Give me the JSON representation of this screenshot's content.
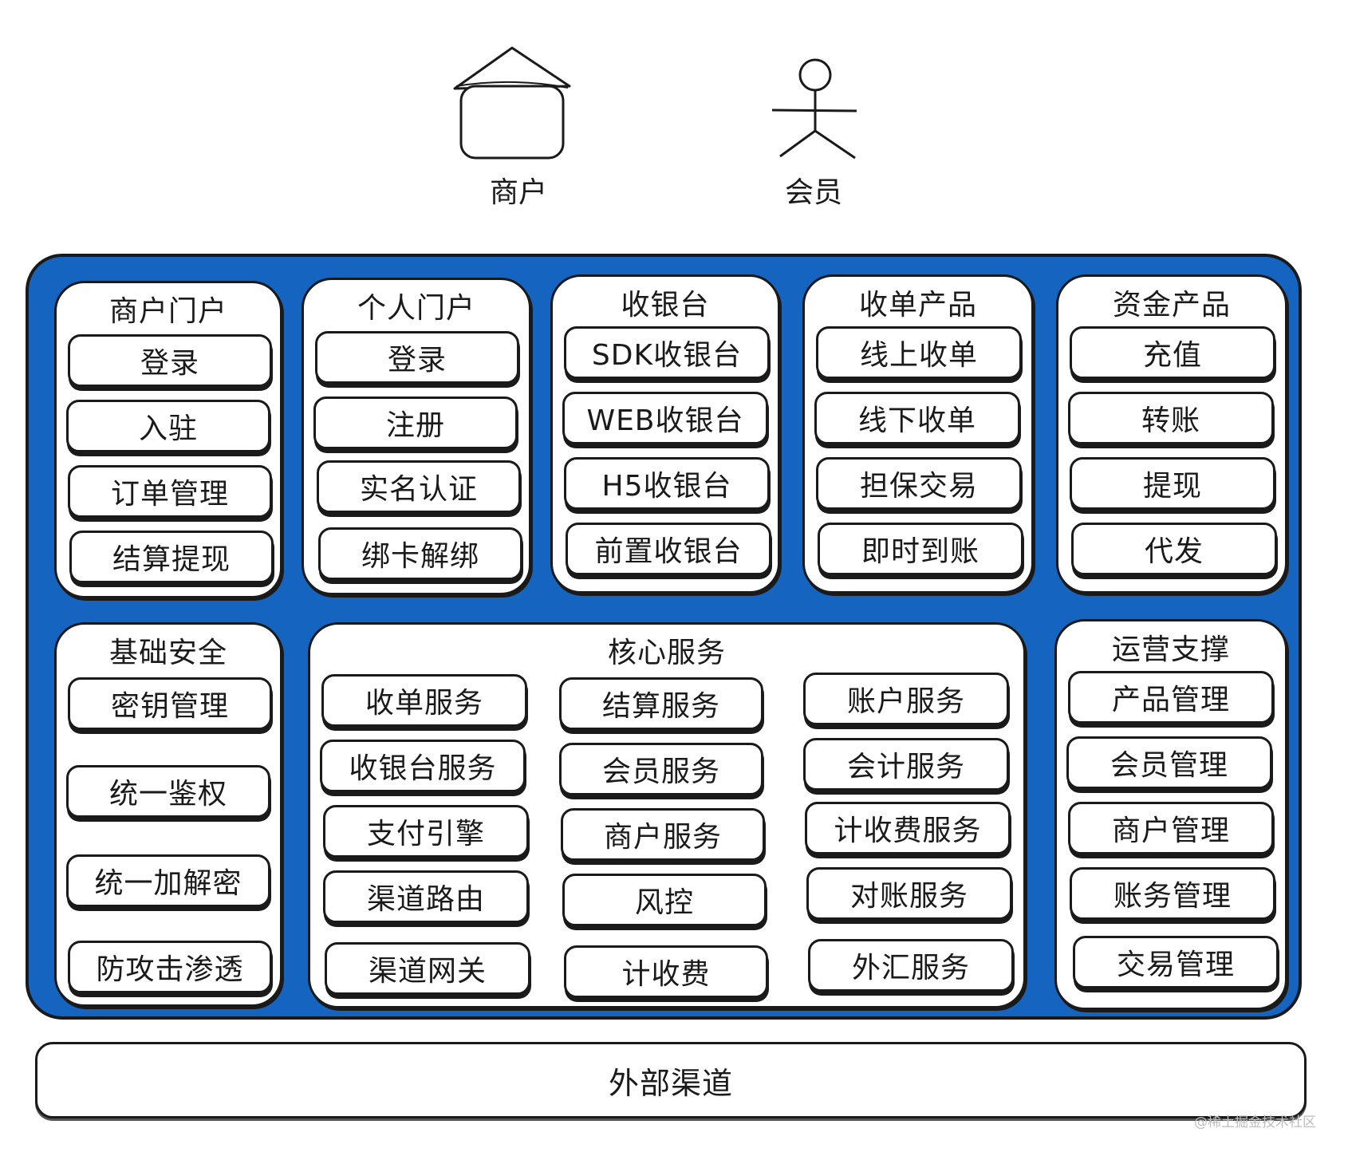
{
  "actors": {
    "merchant": {
      "label": "商户",
      "icon": "house-icon"
    },
    "member": {
      "label": "会员",
      "icon": "stick-figure-icon"
    }
  },
  "colors": {
    "panel": "#1565c0",
    "stroke": "#1a1a1a",
    "box": "#ffffff"
  },
  "groups": {
    "merchant_portal": {
      "title": "商户门户",
      "items": [
        "登录",
        "入驻",
        "订单管理",
        "结算提现"
      ]
    },
    "personal_portal": {
      "title": "个人门户",
      "items": [
        "登录",
        "注册",
        "实名认证",
        "绑卡解绑"
      ]
    },
    "cashier": {
      "title": "收银台",
      "items": [
        "SDK收银台",
        "WEB收银台",
        "H5收银台",
        "前置收银台"
      ]
    },
    "acquiring": {
      "title": "收单产品",
      "items": [
        "线上收单",
        "线下收单",
        "担保交易",
        "即时到账"
      ]
    },
    "funds": {
      "title": "资金产品",
      "items": [
        "充值",
        "转账",
        "提现",
        "代发"
      ]
    },
    "security": {
      "title": "基础安全",
      "items": [
        "密钥管理",
        "统一鉴权",
        "统一加解密",
        "防攻击渗透"
      ]
    },
    "core": {
      "title": "核心服务",
      "col1": [
        "收单服务",
        "收银台服务",
        "支付引擎",
        "渠道路由",
        "渠道网关"
      ],
      "col2": [
        "结算服务",
        "会员服务",
        "商户服务",
        "风控",
        "计收费"
      ],
      "col3": [
        "账户服务",
        "会计服务",
        "计收费服务",
        "对账服务",
        "外汇服务"
      ]
    },
    "operations": {
      "title": "运营支撑",
      "items": [
        "产品管理",
        "会员管理",
        "商户管理",
        "账务管理",
        "交易管理"
      ]
    }
  },
  "external": {
    "label": "外部渠道"
  },
  "watermark": "@稀土掘金技术社区"
}
